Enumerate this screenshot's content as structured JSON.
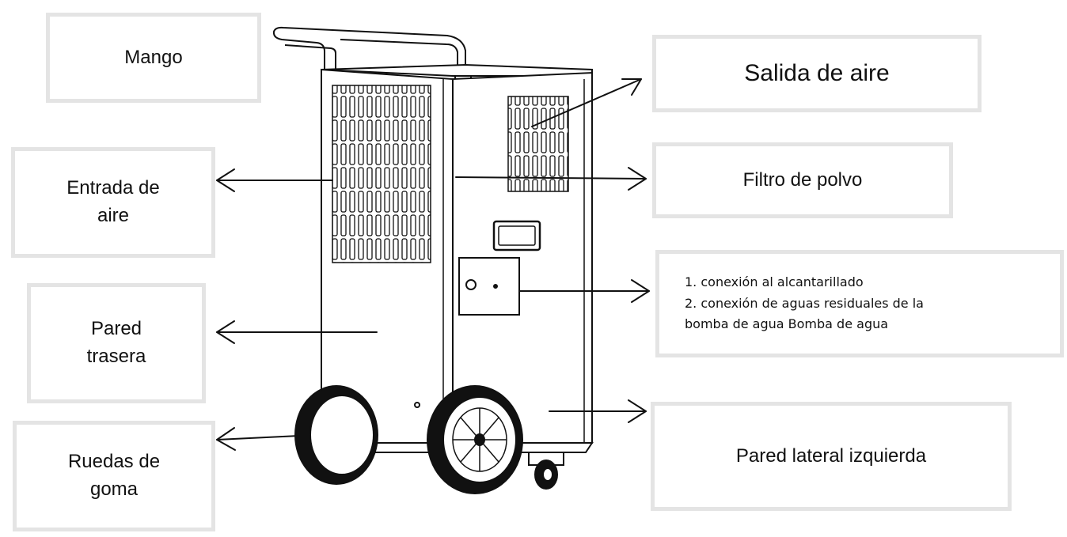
{
  "labels": {
    "handle": "Mango",
    "air_outlet": "Salida de aire",
    "air_inlet": "Entrada de\naire",
    "dust_filter": "Filtro de polvo",
    "rear_wall": "Pared\ntrasera",
    "rubber_wheels": "Ruedas de\ngoma",
    "left_side_wall": "Pared lateral izquierda",
    "connections": [
      "1. conexión al alcantarillado",
      "2. conexión de aguas residuales de la",
      "bomba de agua Bomba de agua"
    ]
  }
}
